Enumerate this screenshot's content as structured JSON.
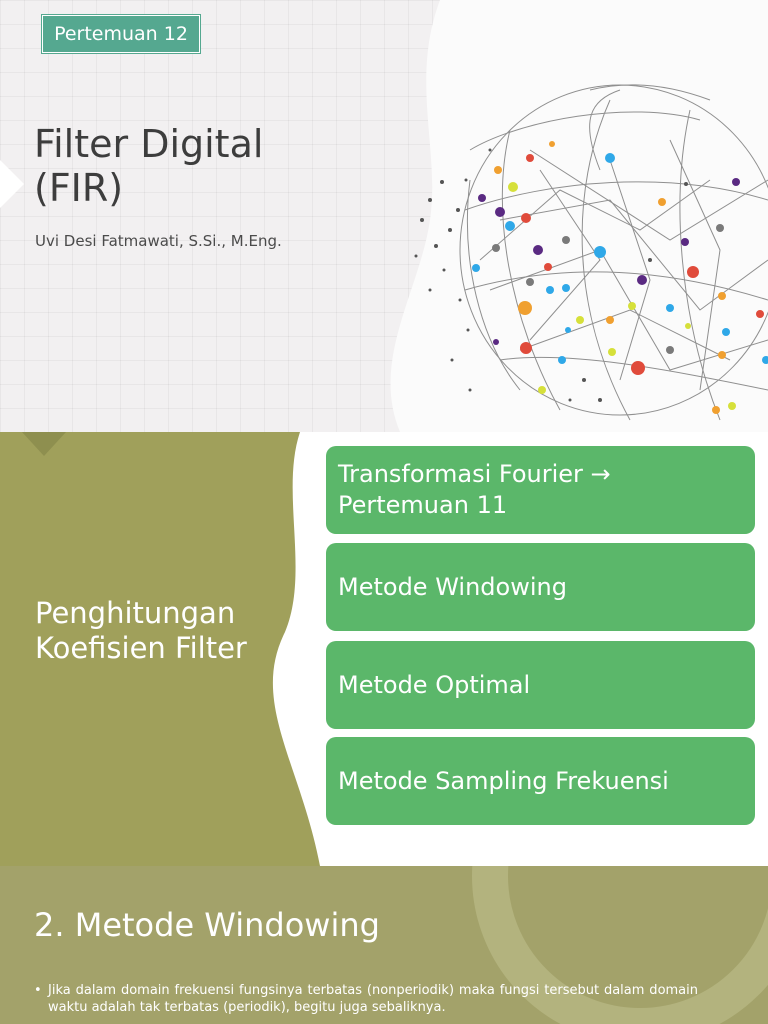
{
  "slide1": {
    "badge": "Pertemuan 12",
    "title_line1": "Filter Digital",
    "title_line2": "(FIR)",
    "author": "Uvi Desi Fatmawati, S.Si., M.Eng."
  },
  "slide2": {
    "heading": "Penghitungan Koefisien Filter",
    "cards": [
      {
        "line1": "Transformasi Fourier →",
        "line2": "Pertemuan 11"
      },
      {
        "line1": "Metode Windowing",
        "line2": ""
      },
      {
        "line1": "Metode Optimal",
        "line2": ""
      },
      {
        "line1": "Metode Sampling Frekuensi",
        "line2": ""
      }
    ]
  },
  "slide3": {
    "heading": "2. Metode Windowing",
    "bullet_marker": "•",
    "bullet": "Jika dalam domain frekuensi fungsinya terbatas (nonperiodik) maka fungsi tersebut dalam domain waktu adalah tak terbatas (periodik), begitu juga sebaliknya."
  },
  "colors": {
    "badge": "#55a890",
    "olive": "#a0a05b",
    "card_green": "#5bb76a",
    "title_gray": "#3d3d3d"
  },
  "icons": {
    "globe": "network-globe-illustration"
  }
}
